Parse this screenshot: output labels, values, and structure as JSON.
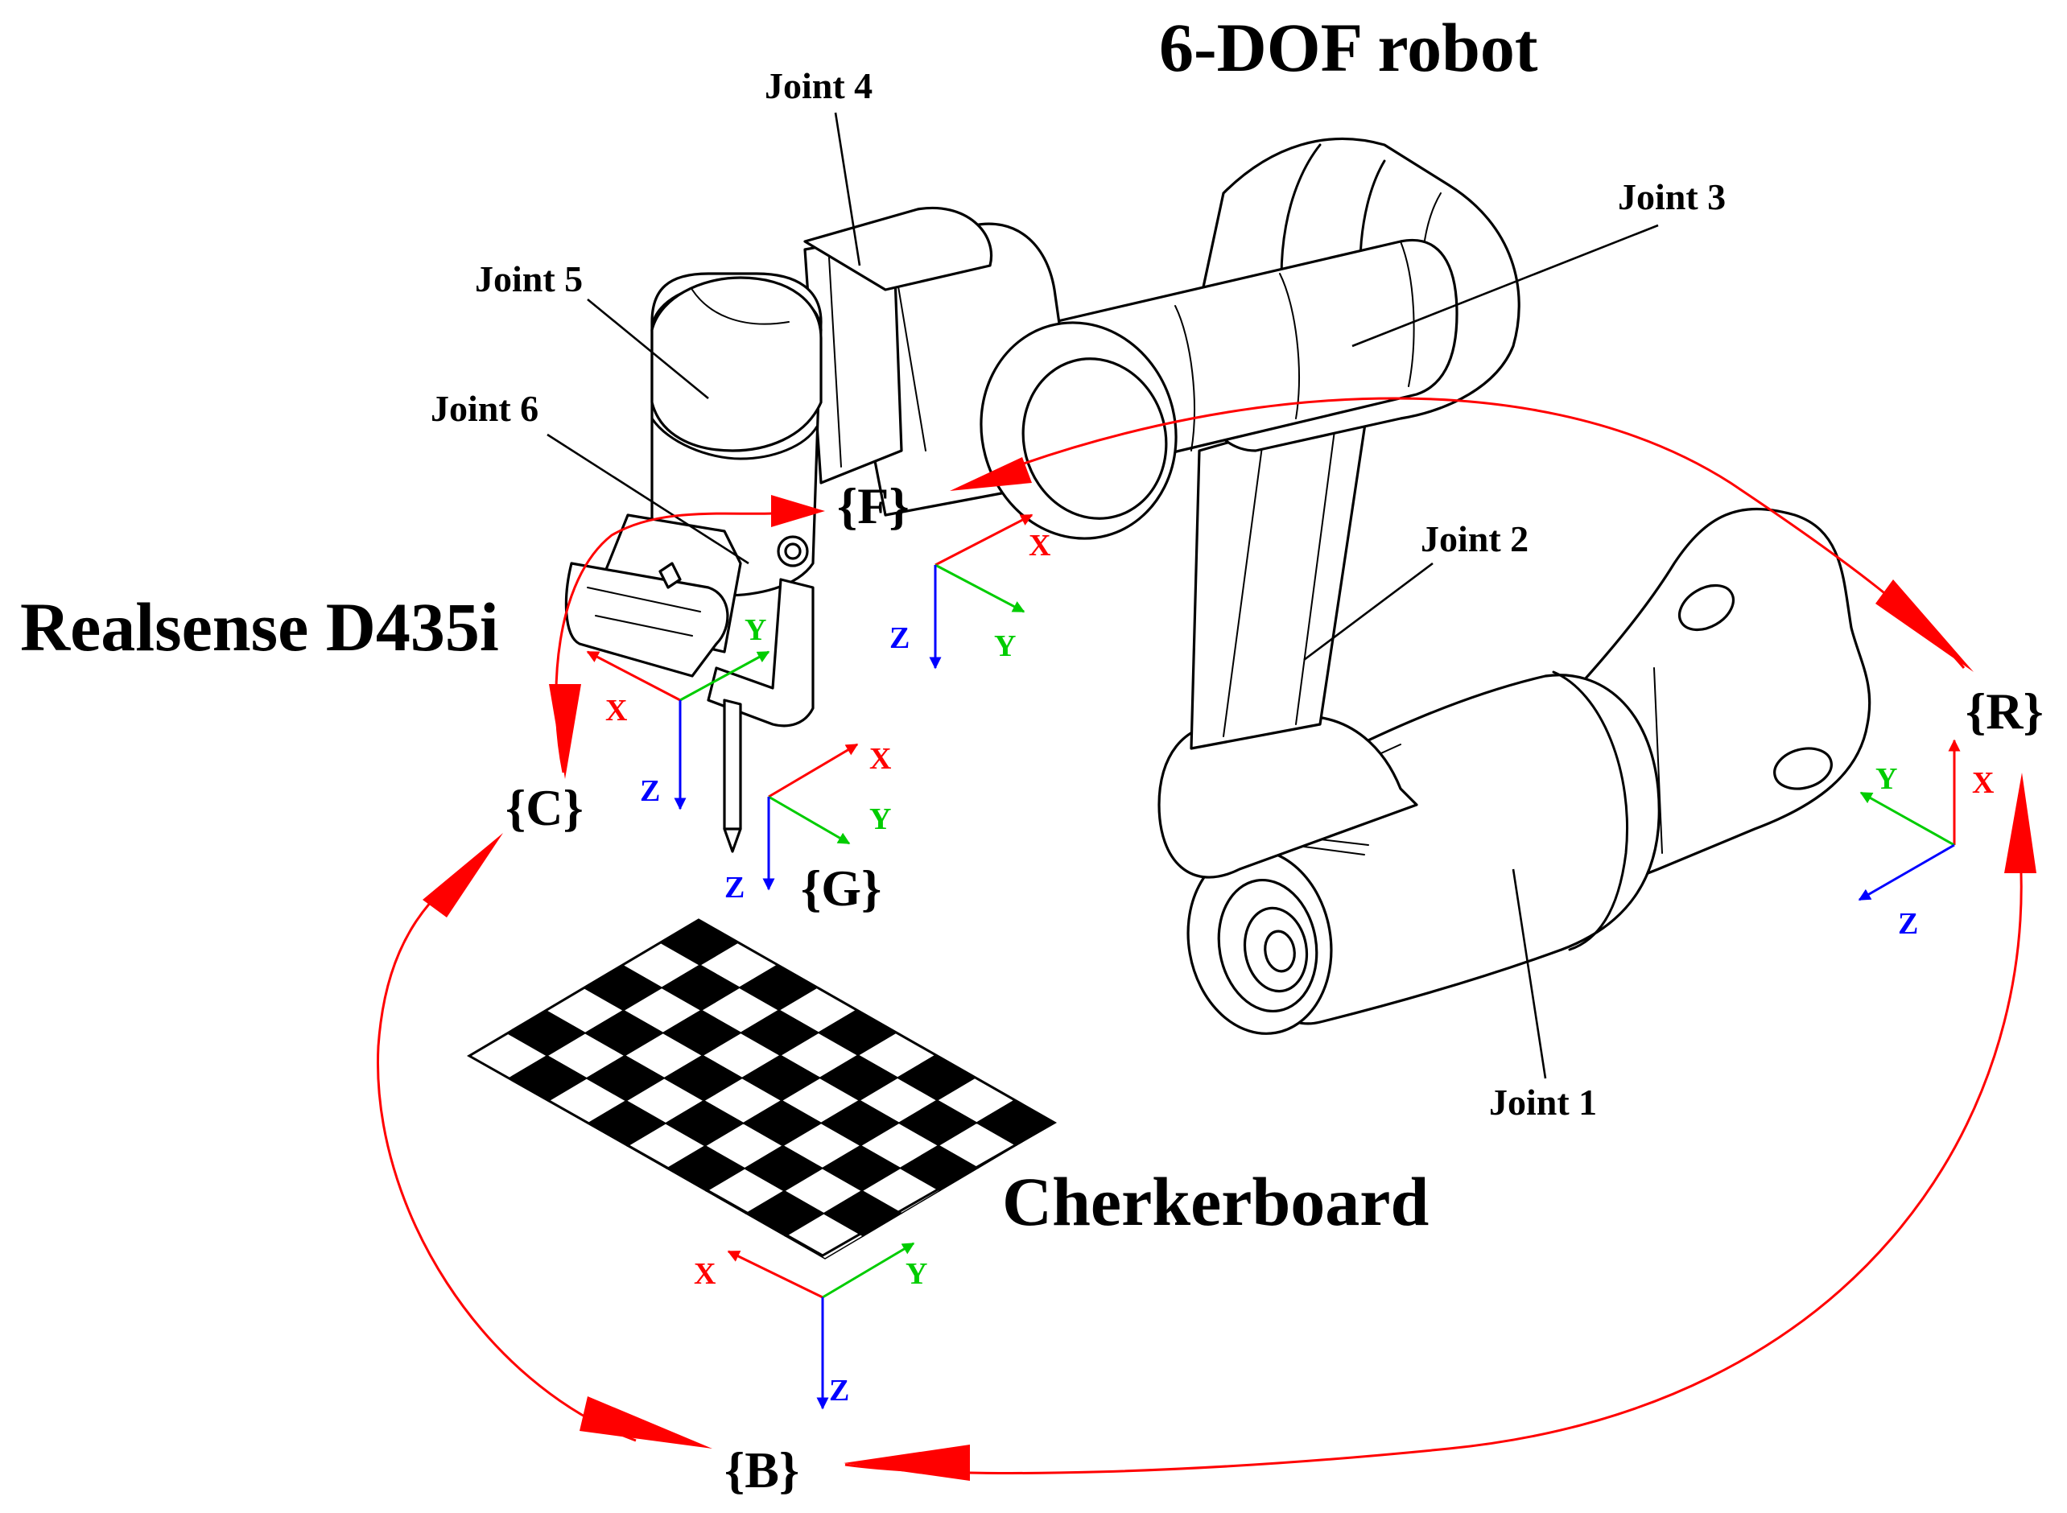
{
  "title": "6-DOF robot",
  "camera_label": "Realsense D435i",
  "checkerboard_label": "Cherkerboard",
  "joints": [
    "Joint 1",
    "Joint 2",
    "Joint 3",
    "Joint 4",
    "Joint 5",
    "Joint 6"
  ],
  "frames": {
    "F": "{F}",
    "R": "{R}",
    "C": "{C}",
    "G": "{G}",
    "B": "{B}"
  },
  "axes": {
    "x": "X",
    "y": "Y",
    "z": "Z"
  },
  "colors": {
    "x_axis": "#ff0000",
    "y_axis": "#00cc00",
    "z_axis": "#0000ff",
    "transform_arrow": "#ff0000",
    "line_art": "#000000"
  }
}
